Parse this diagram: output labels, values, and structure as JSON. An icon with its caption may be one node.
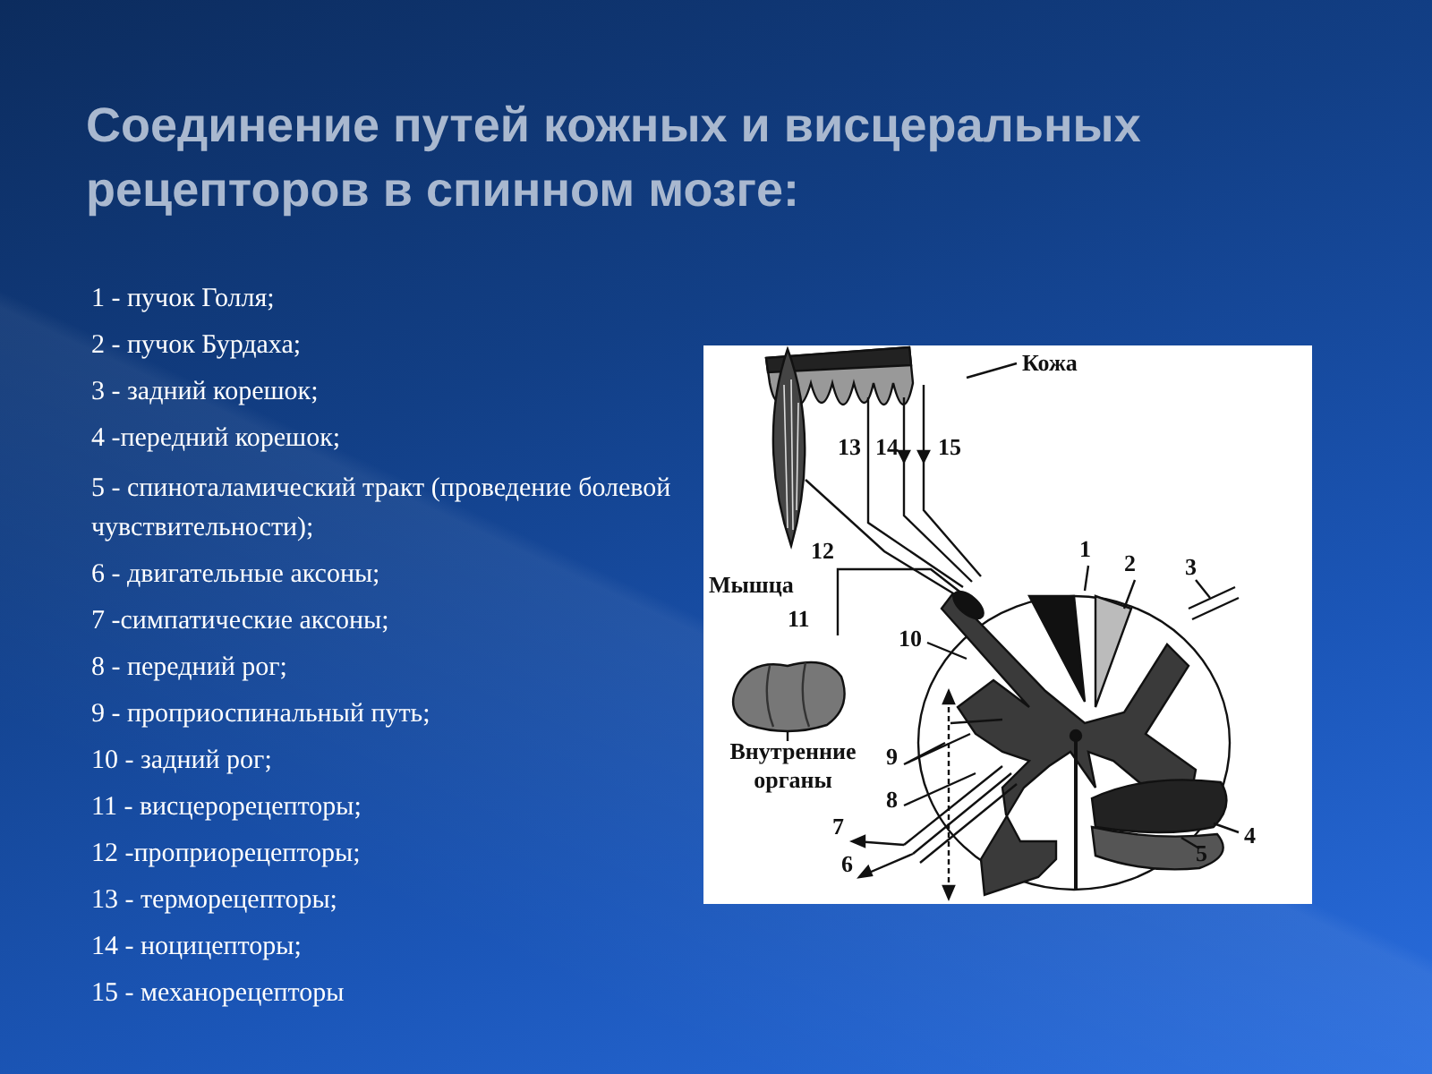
{
  "diagram": {
    "title": "Соединение путей кожных и висцеральных рецепторов в спинном мозге:",
    "labels": [
      "1 - пучок Голля;",
      "2 - пучок Бурдаха;",
      "3 - задний корешок;",
      "4 -передний корешок;",
      "5 - спиноталамический тракт (проведение болевой чувствительности);",
      "6 - двигательные аксоны;",
      "7 -симпатические аксоны;",
      "8 - передний рог;",
      "9 - проприоспинальный путь;",
      "10 - задний рог;",
      "11 - висцерорецепторы;",
      "12 -проприорецепторы;",
      "13 - терморецепторы;",
      "14 - ноцицепторы;",
      "15 - механорецепторы",
      "Кожа",
      "13",
      "14",
      "15",
      "12",
      "Мышца",
      "11",
      "Внутренние органы",
      "1",
      "2",
      "3",
      "10",
      "9",
      "8",
      "7",
      "6",
      "4",
      "5"
    ]
  }
}
